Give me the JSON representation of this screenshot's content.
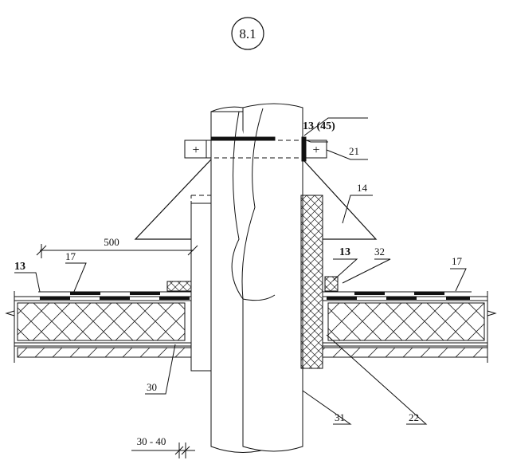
{
  "figure": {
    "id_label": "8.1",
    "labels": {
      "top_clamp": "13 (45)",
      "bolt": "21",
      "cone": "14",
      "dimension": "500",
      "left_sealant": "13",
      "left_membrane": "17",
      "right_sealant": "13",
      "right_ring": "32",
      "right_membrane": "17",
      "deck_joint": "30",
      "pipe": "31",
      "sleeve": "22",
      "gap_dimension": "30 - 40"
    }
  }
}
